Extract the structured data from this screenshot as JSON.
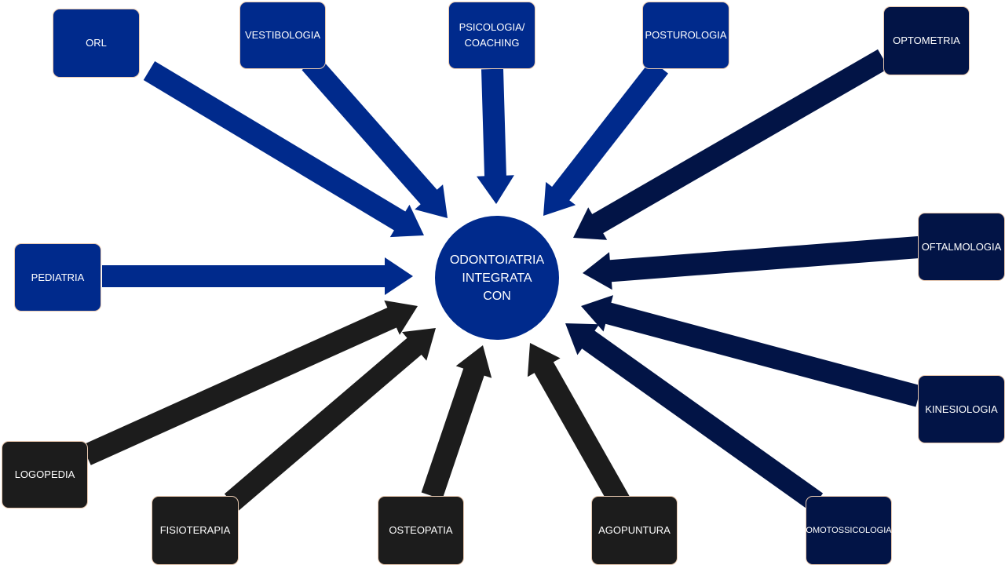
{
  "center": {
    "label": "ODONTOIATRIA\nINTEGRATA\nCON"
  },
  "colors": {
    "blue": "#002a8c",
    "navy": "#021446",
    "black": "#1c1c1c"
  },
  "nodes": [
    {
      "id": "orl",
      "label": "ORL",
      "color": "blue"
    },
    {
      "id": "vestibologia",
      "label": "VESTIBOLOGIA",
      "color": "blue"
    },
    {
      "id": "psicologia",
      "label": "PSICOLOGIA/\nCOACHING",
      "color": "blue"
    },
    {
      "id": "posturologia",
      "label": "POSTUROLOGIA",
      "color": "blue"
    },
    {
      "id": "optometria",
      "label": "OPTOMETRIA",
      "color": "navy"
    },
    {
      "id": "oftalmologia",
      "label": "OFTALMOLOGIA",
      "color": "navy"
    },
    {
      "id": "kinesiologia",
      "label": "KINESIOLOGIA",
      "color": "navy"
    },
    {
      "id": "omotossicologia",
      "label": "OMOTOSSICOLOGIA",
      "color": "navy"
    },
    {
      "id": "agopuntura",
      "label": "AGOPUNTURA",
      "color": "black"
    },
    {
      "id": "osteopatia",
      "label": "OSTEOPATIA",
      "color": "black"
    },
    {
      "id": "fisioterapia",
      "label": "FISIOTERAPIA",
      "color": "black"
    },
    {
      "id": "logopedia",
      "label": "LOGOPEDIA",
      "color": "black"
    },
    {
      "id": "pediatria",
      "label": "PEDIATRIA",
      "color": "blue"
    }
  ]
}
